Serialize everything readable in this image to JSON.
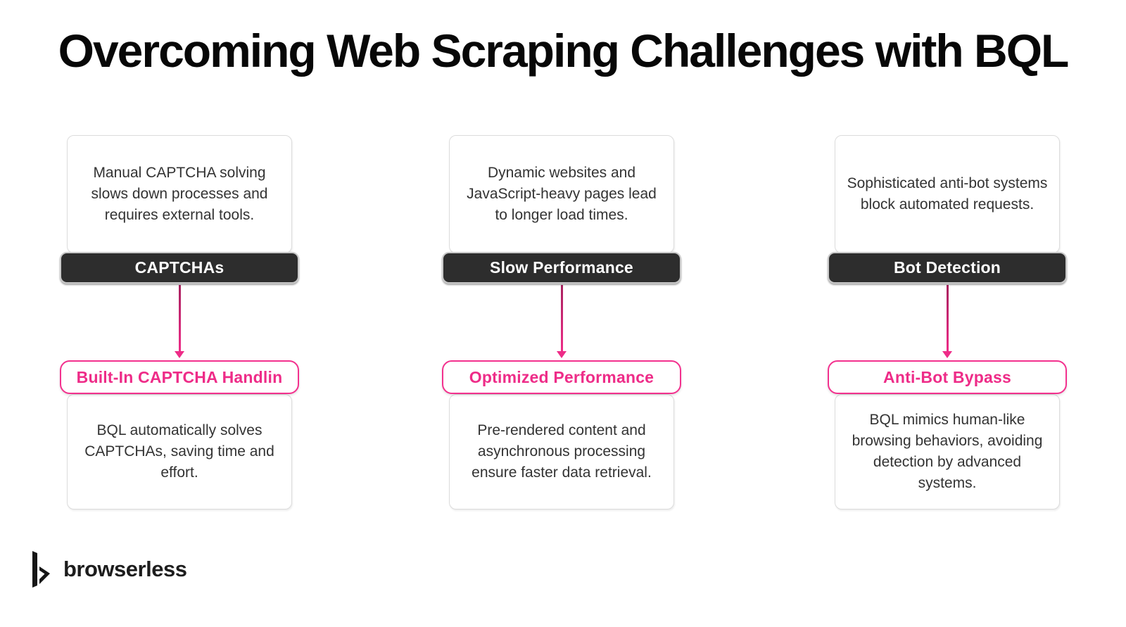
{
  "page": {
    "title": "Overcoming Web Scraping Challenges with BQL"
  },
  "columns": [
    {
      "challenge_description": "Manual CAPTCHA solving slows down processes and requires external tools.",
      "challenge_label": "CAPTCHAs",
      "solution_label": "Built-In CAPTCHA Handlin",
      "solution_description": "BQL automatically solves CAPTCHAs, saving time and effort."
    },
    {
      "challenge_description": "Dynamic websites and JavaScript-heavy pages lead to longer load times.",
      "challenge_label": "Slow Performance",
      "solution_label": "Optimized Performance",
      "solution_description": "Pre-rendered content and asynchronous processing ensure faster data retrieval."
    },
    {
      "challenge_description": "Sophisticated anti-bot systems block automated requests.",
      "challenge_label": "Bot Detection",
      "solution_label": "Anti-Bot Bypass",
      "solution_description": "BQL mimics human-like browsing behaviors, avoiding detection by advanced systems."
    }
  ],
  "footer": {
    "brand_name": "browserless"
  },
  "colors": {
    "accent_pink": "#EE2C88",
    "dark_label_bg": "#2D2D2D",
    "title_color": "#070707",
    "body_text": "#333333",
    "box_border": "#DCDCDC",
    "background": "#FFFFFF"
  }
}
